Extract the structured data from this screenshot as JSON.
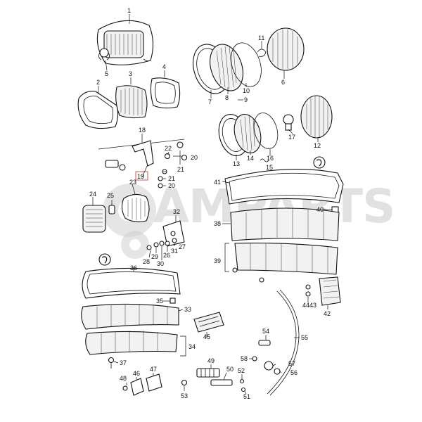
{
  "watermark": {
    "text": "AMPARTS"
  },
  "note_badges": [
    "note-badge-1",
    "note-badge-2"
  ],
  "highlight_color": "#d9534f",
  "callouts": [
    {
      "id": "c1",
      "label": "1"
    },
    {
      "id": "c2",
      "label": "2"
    },
    {
      "id": "c3",
      "label": "3"
    },
    {
      "id": "c4",
      "label": "4"
    },
    {
      "id": "c5",
      "label": "5"
    },
    {
      "id": "c6",
      "label": "6"
    },
    {
      "id": "c7",
      "label": "7"
    },
    {
      "id": "c8",
      "label": "8"
    },
    {
      "id": "c9",
      "label": "9"
    },
    {
      "id": "c10",
      "label": "10"
    },
    {
      "id": "c11",
      "label": "11"
    },
    {
      "id": "c12",
      "label": "12"
    },
    {
      "id": "c13",
      "label": "13"
    },
    {
      "id": "c14",
      "label": "14"
    },
    {
      "id": "c15",
      "label": "15"
    },
    {
      "id": "c16",
      "label": "16"
    },
    {
      "id": "c17",
      "label": "17"
    },
    {
      "id": "c18",
      "label": "18"
    },
    {
      "id": "c19",
      "label": "19"
    },
    {
      "id": "c20a",
      "label": "20"
    },
    {
      "id": "c20b",
      "label": "20"
    },
    {
      "id": "c21a",
      "label": "21"
    },
    {
      "id": "c21b",
      "label": "21"
    },
    {
      "id": "c22",
      "label": "22"
    },
    {
      "id": "c23",
      "label": "23"
    },
    {
      "id": "c24",
      "label": "24"
    },
    {
      "id": "c25",
      "label": "25"
    },
    {
      "id": "c26",
      "label": "26"
    },
    {
      "id": "c27",
      "label": "27"
    },
    {
      "id": "c28",
      "label": "28"
    },
    {
      "id": "c29",
      "label": "29"
    },
    {
      "id": "c30",
      "label": "30"
    },
    {
      "id": "c31",
      "label": "31"
    },
    {
      "id": "c32",
      "label": "32"
    },
    {
      "id": "c33",
      "label": "33"
    },
    {
      "id": "c34",
      "label": "34"
    },
    {
      "id": "c35",
      "label": "35"
    },
    {
      "id": "c36",
      "label": "36"
    },
    {
      "id": "c37",
      "label": "37"
    },
    {
      "id": "c38",
      "label": "38"
    },
    {
      "id": "c39",
      "label": "39"
    },
    {
      "id": "c40",
      "label": "40"
    },
    {
      "id": "c41",
      "label": "41"
    },
    {
      "id": "c42",
      "label": "42"
    },
    {
      "id": "c43",
      "label": "43"
    },
    {
      "id": "c44",
      "label": "44"
    },
    {
      "id": "c45",
      "label": "45"
    },
    {
      "id": "c46",
      "label": "46"
    },
    {
      "id": "c47",
      "label": "47"
    },
    {
      "id": "c48",
      "label": "48"
    },
    {
      "id": "c49",
      "label": "49"
    },
    {
      "id": "c50",
      "label": "50"
    },
    {
      "id": "c51",
      "label": "51"
    },
    {
      "id": "c52",
      "label": "52"
    },
    {
      "id": "c53",
      "label": "53"
    },
    {
      "id": "c54",
      "label": "54"
    },
    {
      "id": "c55",
      "label": "55"
    },
    {
      "id": "c56",
      "label": "56"
    },
    {
      "id": "c57",
      "label": "57"
    },
    {
      "id": "c58",
      "label": "58"
    }
  ]
}
